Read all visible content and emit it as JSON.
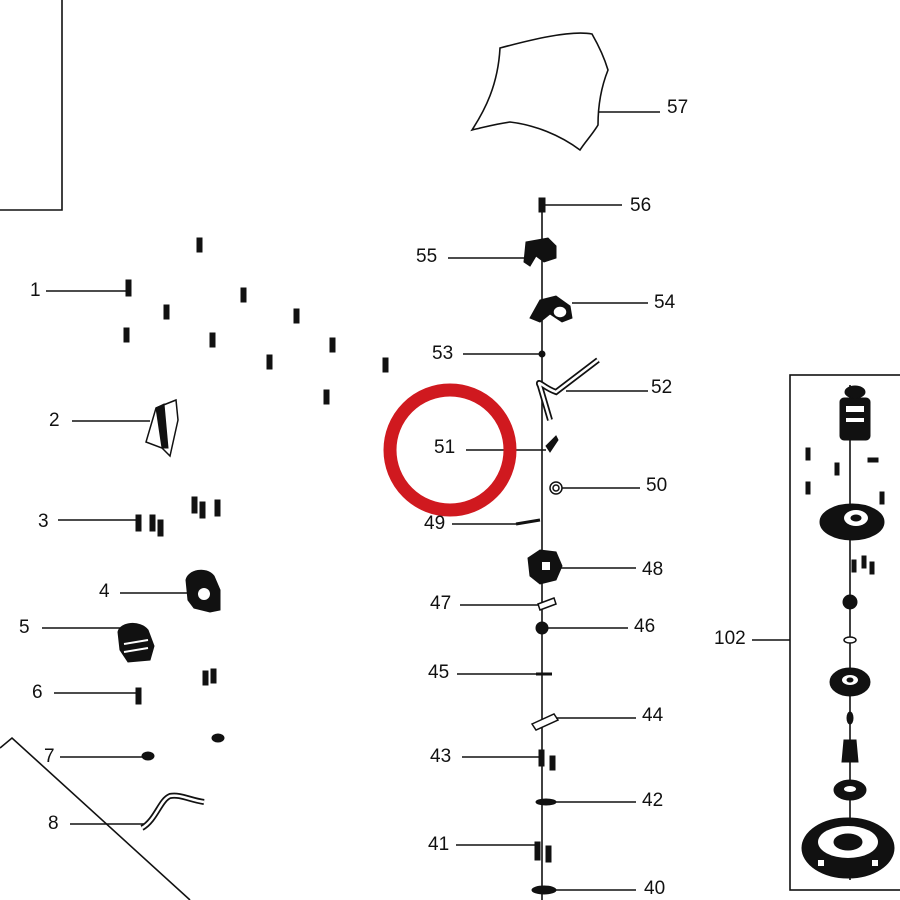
{
  "diagram": {
    "type": "exploded-parts-diagram",
    "highlight_color": "#d0191f",
    "line_color": "#111111",
    "callouts_left": [
      "1",
      "2",
      "3",
      "4",
      "5",
      "6",
      "7",
      "8"
    ],
    "callouts_center_left": [
      "55",
      "53",
      "51",
      "49",
      "47",
      "45",
      "43",
      "41"
    ],
    "callouts_center_right": [
      "57",
      "56",
      "54",
      "52",
      "50",
      "48",
      "46",
      "44",
      "42",
      "40"
    ],
    "callout_assembly": "102",
    "highlighted_callout": "51"
  }
}
